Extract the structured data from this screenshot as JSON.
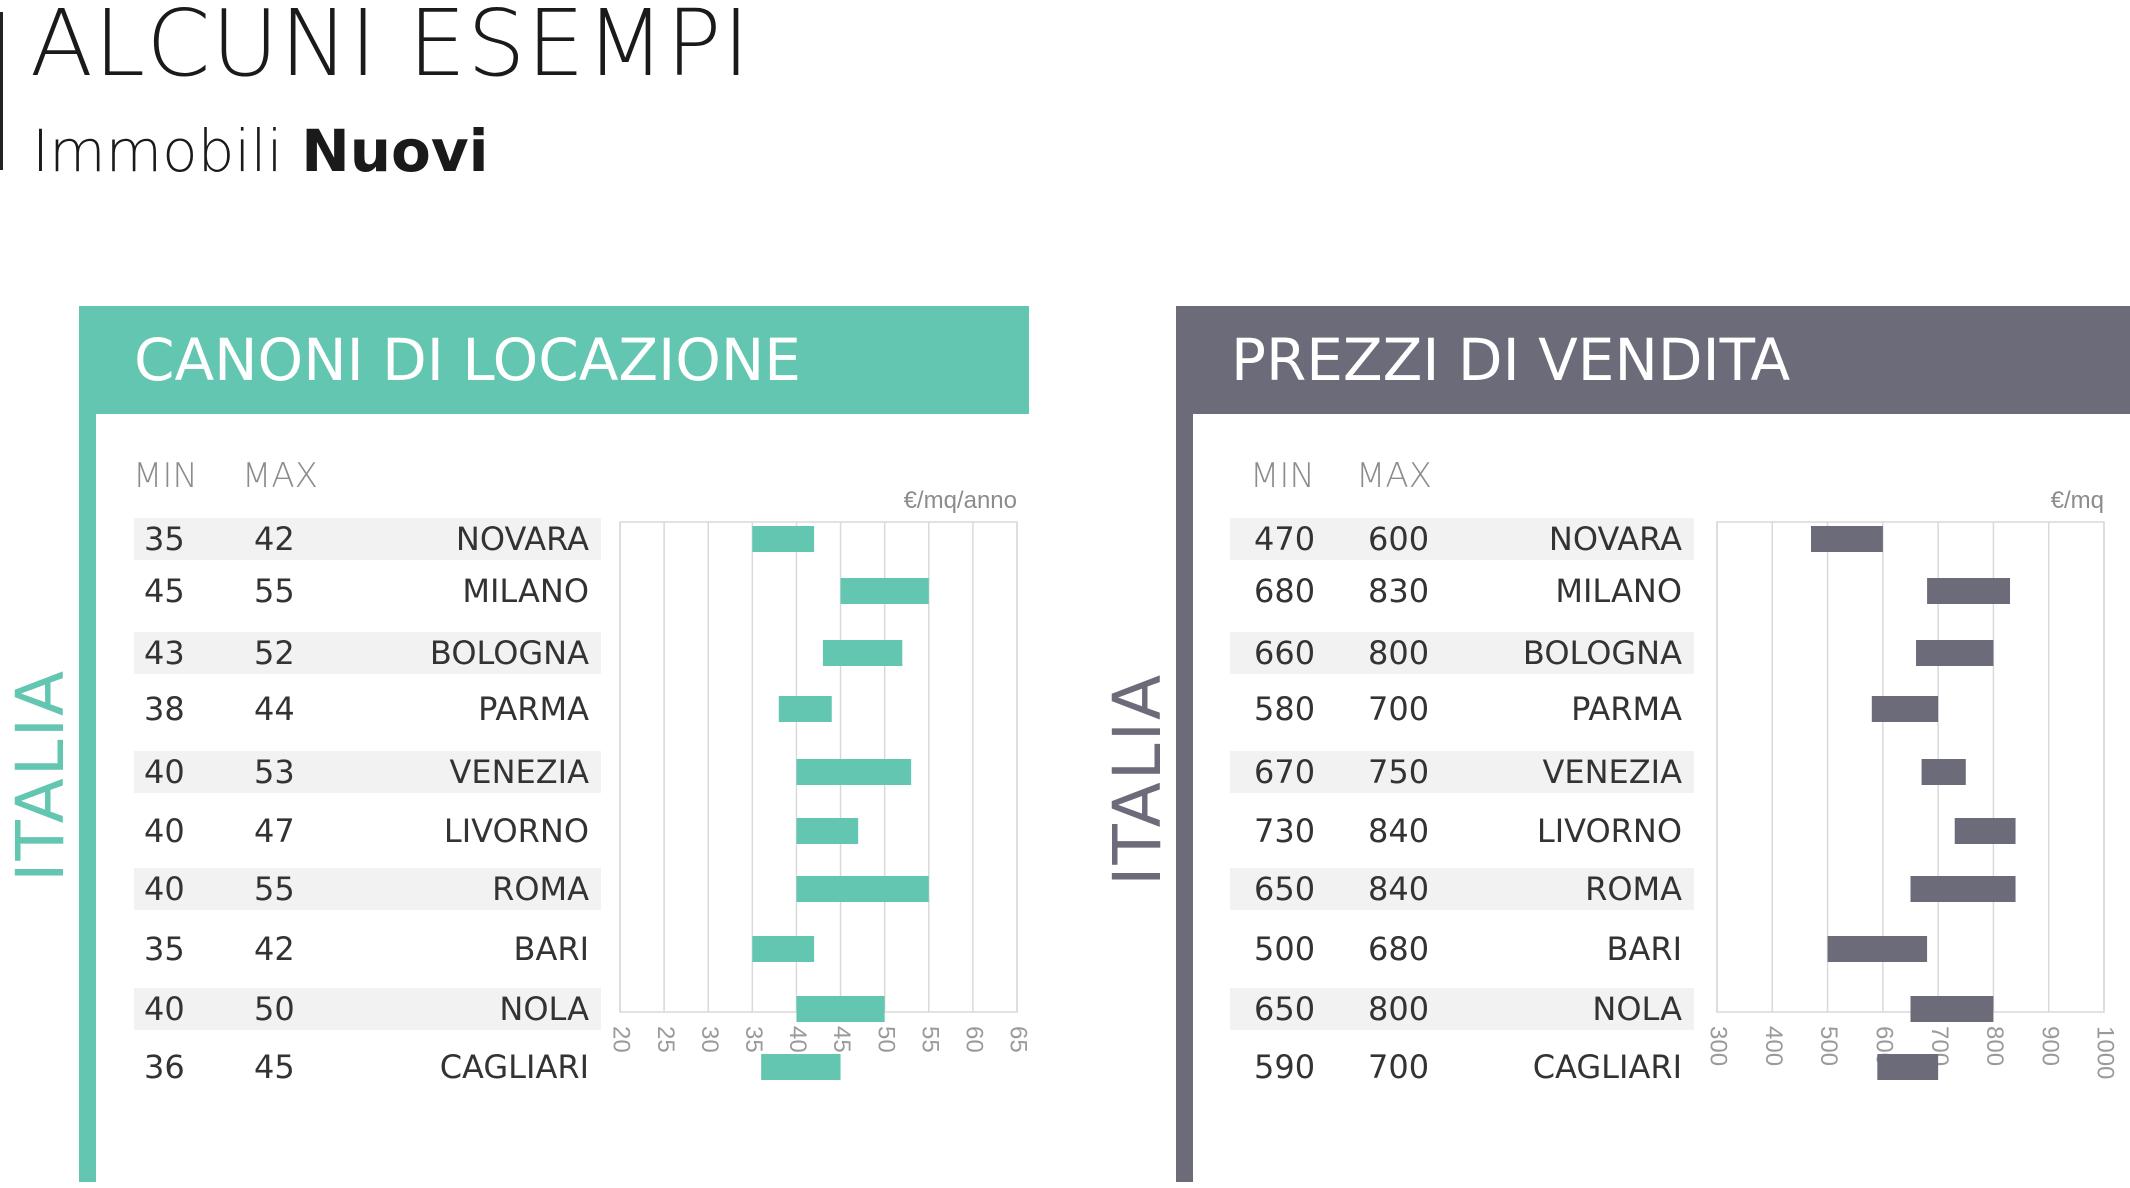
{
  "header": {
    "title": "ALCUNI ESEMPI",
    "subtitle_prefix": "Immobili ",
    "subtitle_bold": "Nuovi"
  },
  "panels": [
    {
      "heading": "CANONI DI LOCAZIONE",
      "region": "ITALIA",
      "min_header": "MIN",
      "max_header": "MAX",
      "unit": "€/mq/anno",
      "rows": [
        {
          "min": "35",
          "max": "42",
          "city": "NOVARA"
        },
        {
          "min": "45",
          "max": "55",
          "city": "MILANO"
        },
        {
          "min": "43",
          "max": "52",
          "city": "BOLOGNA"
        },
        {
          "min": "38",
          "max": "44",
          "city": "PARMA"
        },
        {
          "min": "40",
          "max": "53",
          "city": "VENEZIA"
        },
        {
          "min": "40",
          "max": "47",
          "city": "LIVORNO"
        },
        {
          "min": "40",
          "max": "55",
          "city": "ROMA"
        },
        {
          "min": "35",
          "max": "42",
          "city": "BARI"
        },
        {
          "min": "40",
          "max": "50",
          "city": "NOLA"
        },
        {
          "min": "36",
          "max": "45",
          "city": "CAGLIARI"
        }
      ]
    },
    {
      "heading": "PREZZI DI VENDITA",
      "region": "ITALIA",
      "min_header": "MIN",
      "max_header": "MAX",
      "unit": "€/mq",
      "rows": [
        {
          "min": "470",
          "max": "600",
          "city": "NOVARA"
        },
        {
          "min": "680",
          "max": "830",
          "city": "MILANO"
        },
        {
          "min": "660",
          "max": "800",
          "city": "BOLOGNA"
        },
        {
          "min": "580",
          "max": "700",
          "city": "PARMA"
        },
        {
          "min": "670",
          "max": "750",
          "city": "VENEZIA"
        },
        {
          "min": "730",
          "max": "840",
          "city": "LIVORNO"
        },
        {
          "min": "650",
          "max": "840",
          "city": "ROMA"
        },
        {
          "min": "500",
          "max": "680",
          "city": "BARI"
        },
        {
          "min": "650",
          "max": "800",
          "city": "NOLA"
        },
        {
          "min": "590",
          "max": "700",
          "city": "CAGLIARI"
        }
      ]
    }
  ],
  "chart_data": [
    {
      "type": "bar",
      "orientation": "horizontal-range",
      "title": "CANONI DI LOCAZIONE",
      "unit": "€/mq/anno",
      "categories": [
        "NOVARA",
        "MILANO",
        "BOLOGNA",
        "PARMA",
        "VENEZIA",
        "LIVORNO",
        "ROMA",
        "BARI",
        "NOLA",
        "CAGLIARI"
      ],
      "min": [
        35,
        45,
        43,
        38,
        40,
        40,
        40,
        35,
        40,
        36
      ],
      "max": [
        42,
        55,
        52,
        44,
        53,
        47,
        55,
        42,
        50,
        45
      ],
      "xlim": [
        20,
        65
      ],
      "ticks": [
        20,
        25,
        30,
        35,
        40,
        45,
        50,
        55,
        60,
        65
      ],
      "grid": true,
      "color": "#63c6b1"
    },
    {
      "type": "bar",
      "orientation": "horizontal-range",
      "title": "PREZZI DI VENDITA",
      "unit": "€/mq",
      "categories": [
        "NOVARA",
        "MILANO",
        "BOLOGNA",
        "PARMA",
        "VENEZIA",
        "LIVORNO",
        "ROMA",
        "BARI",
        "NOLA",
        "CAGLIARI"
      ],
      "min": [
        470,
        680,
        660,
        580,
        670,
        730,
        650,
        500,
        650,
        590
      ],
      "max": [
        600,
        830,
        800,
        700,
        750,
        840,
        840,
        680,
        800,
        700
      ],
      "xlim": [
        300,
        1000
      ],
      "ticks": [
        300,
        400,
        500,
        600,
        700,
        800,
        900,
        1000
      ],
      "grid": true,
      "color": "#6b6b7a"
    }
  ]
}
